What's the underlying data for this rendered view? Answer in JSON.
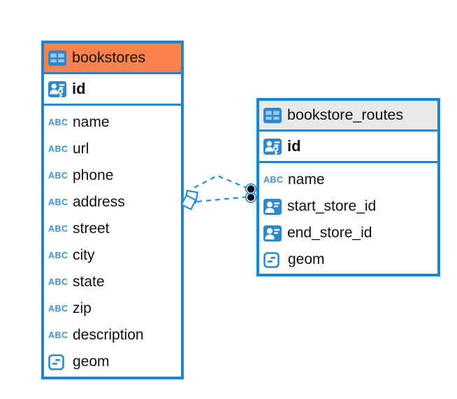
{
  "canvas": {
    "background": "#ffffff"
  },
  "colors": {
    "table_border": "#1787D3",
    "relationship_line": "#1787D3",
    "bookstores_header": "#F7824C",
    "bookstore_routes_header": "#E9E9E9",
    "icon_blue": "#2F88CB",
    "icon_light_blue": "#9BCBEC",
    "text": "#111111"
  },
  "icons": {
    "table_icon": "table-grid-icon",
    "primary_key_icon": "person-key-icon",
    "foreign_key_icon": "person-card-icon",
    "text_type_icon": "abc-icon",
    "geometry_type_icon": "rounded-rect-dash-icon",
    "abc_text": "ABC"
  },
  "tables": [
    {
      "title": "bookstores",
      "header_color": "#F7824C",
      "primary_key": {
        "name": "id",
        "icon": "person-key-icon"
      },
      "columns": [
        {
          "name": "name",
          "icon": "abc-icon"
        },
        {
          "name": "url",
          "icon": "abc-icon"
        },
        {
          "name": "phone",
          "icon": "abc-icon"
        },
        {
          "name": "address",
          "icon": "abc-icon"
        },
        {
          "name": "street",
          "icon": "abc-icon"
        },
        {
          "name": "city",
          "icon": "abc-icon"
        },
        {
          "name": "state",
          "icon": "abc-icon"
        },
        {
          "name": "zip",
          "icon": "abc-icon"
        },
        {
          "name": "description",
          "icon": "abc-icon"
        },
        {
          "name": "geom",
          "icon": "rounded-rect-dash-icon"
        }
      ]
    },
    {
      "title": "bookstore_routes",
      "header_color": "#E9E9E9",
      "primary_key": {
        "name": "id",
        "icon": "person-key-icon"
      },
      "columns": [
        {
          "name": "name",
          "icon": "abc-icon"
        },
        {
          "name": "start_store_id",
          "icon": "person-card-icon"
        },
        {
          "name": "end_store_id",
          "icon": "person-card-icon"
        },
        {
          "name": "geom",
          "icon": "rounded-rect-dash-icon"
        }
      ]
    }
  ],
  "relationships": [
    {
      "from_table": "bookstores",
      "to_table": "bookstore_routes",
      "line_style": "dashed",
      "from_marker": "diamond",
      "to_marker": "filled-circle"
    },
    {
      "from_table": "bookstores",
      "to_table": "bookstore_routes",
      "line_style": "dashed",
      "from_marker": "diamond",
      "to_marker": "filled-circle"
    }
  ]
}
